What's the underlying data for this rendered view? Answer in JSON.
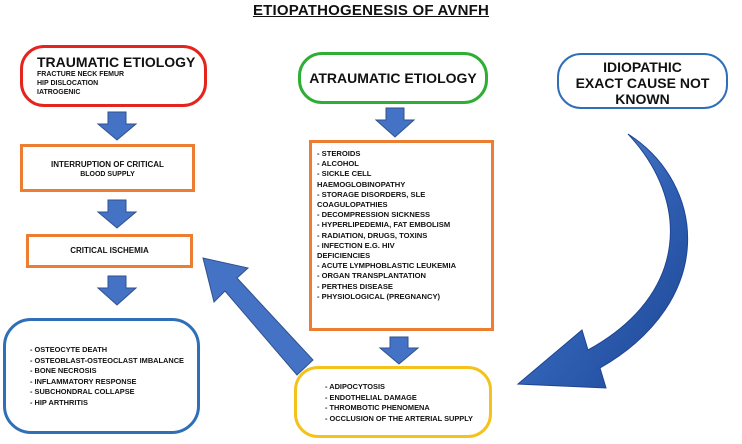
{
  "title": "ETIOPATHOGENESIS OF AVNFH",
  "traumatic": {
    "heading": "TRAUMATIC ETIOLOGY",
    "items": [
      "FRACTURE NECK FEMUR",
      "HIP DISLOCATION",
      "IATROGENIC"
    ]
  },
  "atraumatic": {
    "heading": "ATRAUMATIC ETIOLOGY"
  },
  "idiopathic": {
    "line1": "IDIOPATHIC",
    "line2": "EXACT CAUSE NOT",
    "line3": "KNOWN"
  },
  "interruption": {
    "line1": "INTERRUPTION OF CRITICAL",
    "line2": "BLOOD SUPPLY"
  },
  "ischemia": {
    "label": "CRITICAL ISCHEMIA"
  },
  "causes": [
    "- STEROIDS",
    "- ALCOHOL",
    "- SICKLE CELL",
    "HAEMOGLOBINOPATHY",
    "- STORAGE DISORDERS, SLE",
    "COAGULOPATHIES",
    "- DECOMPRESSION  SICKNESS",
    "- HYPERLIPEDEMIA,  FAT EMBOLISM",
    "- RADIATION, DRUGS, TOXINS",
    "- INFECTION E.G. HIV",
    "DEFICIENCIES",
    "- ACUTE LYMPHOBLASTIC LEUKEMIA",
    "- ORGAN TRANSPLANTATION",
    "- PERTHES  DISEASE",
    "- PHYSIOLOGICAL (PREGNANCY)"
  ],
  "outcomes": [
    "-  OSTEOCYTE DEATH",
    "- OSTEOBLAST-OSTEOCLAST  IMBALANCE",
    "- BONE NECROSIS",
    "- INFLAMMATORY RESPONSE",
    "- SUBCHONDRAL  COLLAPSE",
    "- HIP ARTHRITIS"
  ],
  "mechanisms": [
    "- ADIPOCYTOSIS",
    "- ENDOTHELIAL  DAMAGE",
    "- THROMBOTIC PHENOMENA",
    "- OCCLUSION OF THE ARTERIAL  SUPPLY"
  ],
  "colors": {
    "traumatic_border": "#e52420",
    "atraumatic_border": "#2fae35",
    "idiopathic_border": "#2f6fb8",
    "process_border": "#ed7d31",
    "mechanism_border": "#f5c21b",
    "arrow": "#4472c4"
  }
}
